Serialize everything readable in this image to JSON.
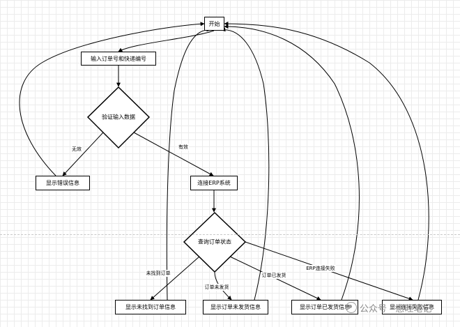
{
  "nodes": {
    "start": "开始",
    "input": "输入订单号和快递编号",
    "validate": "验证输入数据",
    "error": "显示错误信息",
    "connect": "连接ERP系统",
    "query": "查询订单状态",
    "not_found": "显示未找到订单信息",
    "not_shipped": "显示订单未发货信息",
    "shipped": "显示订单已发货信息",
    "conn_fail": "显示连接失败信息"
  },
  "edges": {
    "invalid": "无效",
    "valid": "有效",
    "not_found": "未找到订单",
    "not_shipped": "订单未发货",
    "shipped": "订单已发货",
    "erp_fail": "ERP连接失败"
  },
  "watermark": "公众号 · 惠旺笔记",
  "colors": {
    "stroke": "#000000",
    "grid": "#ececec",
    "fill": "#ffffff"
  }
}
